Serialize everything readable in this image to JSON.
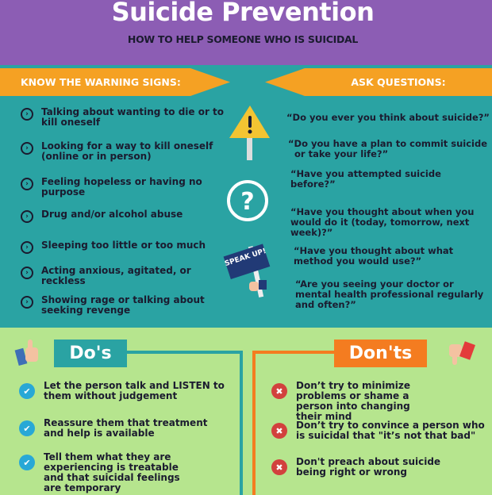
{
  "header": {
    "title": "Suicide Prevention",
    "subtitle": "HOW TO HELP SOMEONE WHO IS SUICIDAL"
  },
  "warning": {
    "heading": "KNOW THE WARNING SIGNS:",
    "items": [
      "Talking about wanting to die or to kill oneself",
      "Looking for a way to kill oneself (online or in person)",
      "Feeling hopeless or having no purpose",
      "Drug and/or alcohol abuse",
      "Sleeping too little or too much",
      "Acting anxious, agitated, or reckless",
      "Showing rage or talking about seeking revenge"
    ]
  },
  "questions": {
    "heading": "ASK QUESTIONS:",
    "items": [
      "“Do you ever you think about suicide?”",
      "“Do you have a plan to commit suicide or take your life?”",
      "“Have you attempted suicide before?”",
      "“Have you thought about when you would do it (today, tomorrow, next week)?”",
      "“Have you thought about what method you would use?”",
      "“Are you seeing your doctor or mental health professional regularly and often?”"
    ]
  },
  "sign_text": "SPEAK UP!",
  "dos": {
    "heading": "Do's",
    "items": [
      "Let the person talk and LISTEN to them without judgement",
      "Reassure them that treatment and help is available",
      "Tell them what they are experiencing is treatable and that suicidal feelings are temporary"
    ]
  },
  "donts": {
    "heading": "Don'ts",
    "items": [
      "Don’t try to minimize problems or shame a person into changing their mind",
      "Don’t try to convince a person who is suicidal that \"it’s not that bad\"",
      "Don't preach about suicide being right or wrong"
    ]
  },
  "colors": {
    "purple": "#8c5db4",
    "teal": "#2aa3a3",
    "orange": "#f5a123",
    "green": "#b6e58e",
    "dont_orange": "#f47c20"
  }
}
